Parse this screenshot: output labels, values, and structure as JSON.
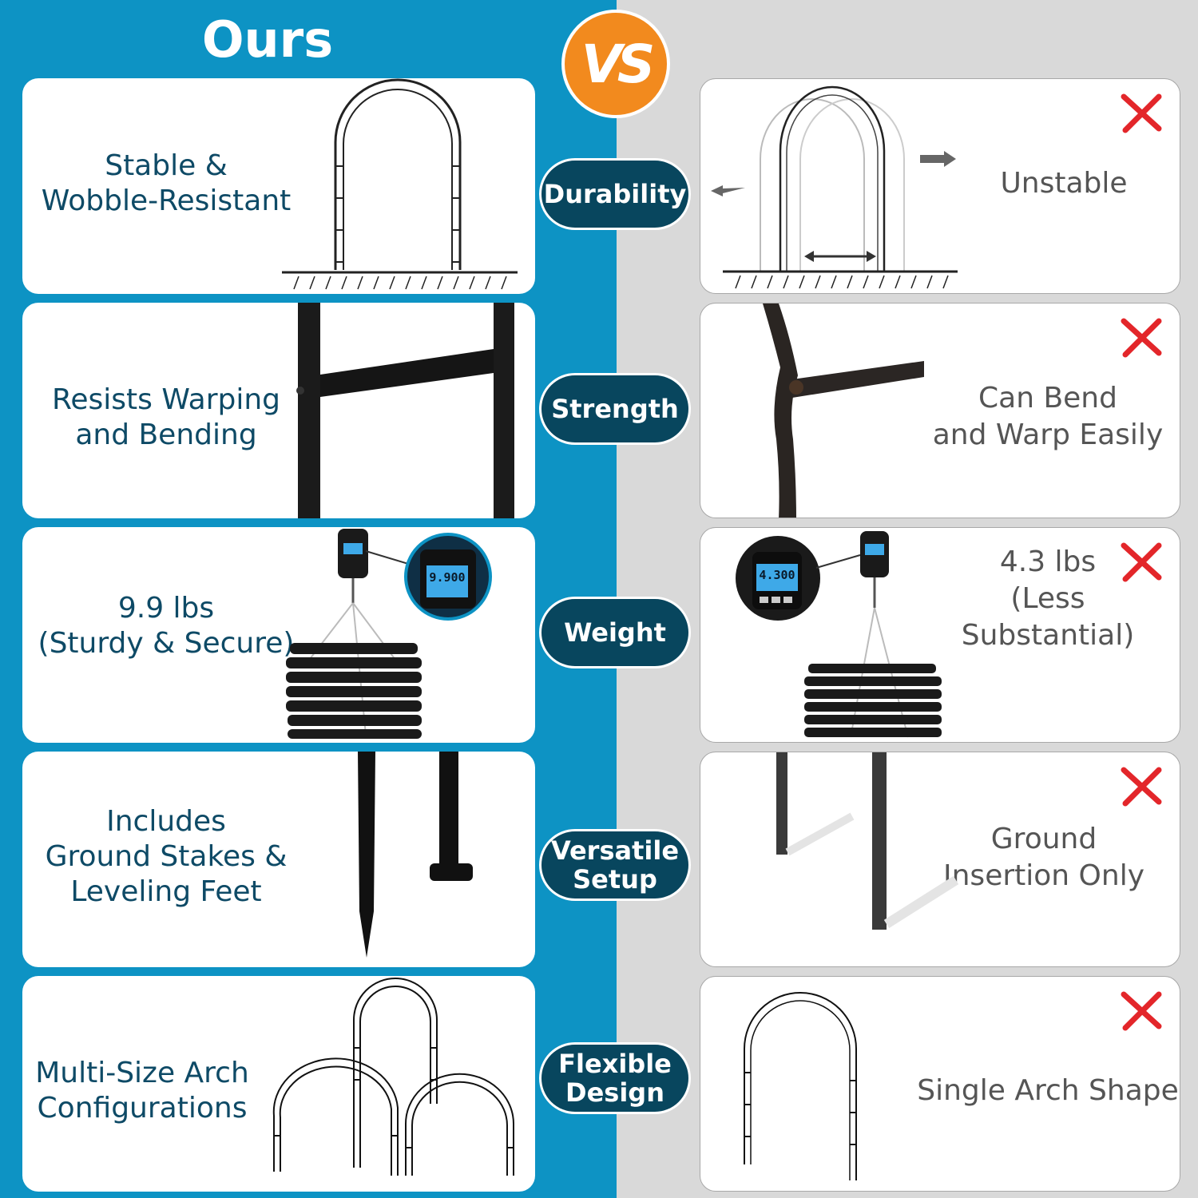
{
  "header": {
    "ours": "Ours",
    "vs": "VS"
  },
  "rows": [
    {
      "category": "Durability",
      "ours": "Stable &\nWobble-Resistant",
      "theirs": "Unstable"
    },
    {
      "category": "Strength",
      "ours": "Resists Warping\nand Bending",
      "theirs": "Can Bend\nand Warp Easily"
    },
    {
      "category": "Weight",
      "ours": "9.9 lbs\n(Sturdy & Secure)",
      "theirs": "4.3 lbs\n(Less Substantial)",
      "ours_scale_readout": "9.900",
      "theirs_scale_readout": "4.300"
    },
    {
      "category": "Versatile Setup",
      "ours": "Includes\nGround Stakes &\nLeveling Feet",
      "theirs": "Ground\nInsertion Only"
    },
    {
      "category": "Flexible Design",
      "ours": "Multi-Size Arch\nConfigurations",
      "theirs": "Single Arch Shape"
    }
  ],
  "colors": {
    "left_bg": "#0d93c4",
    "right_bg": "#d9d9d9",
    "pill": "#08465e",
    "vs_badge": "#f28a1e",
    "cross": "#e3262a",
    "ours_text": "#0e4a66",
    "theirs_text": "#555555"
  }
}
